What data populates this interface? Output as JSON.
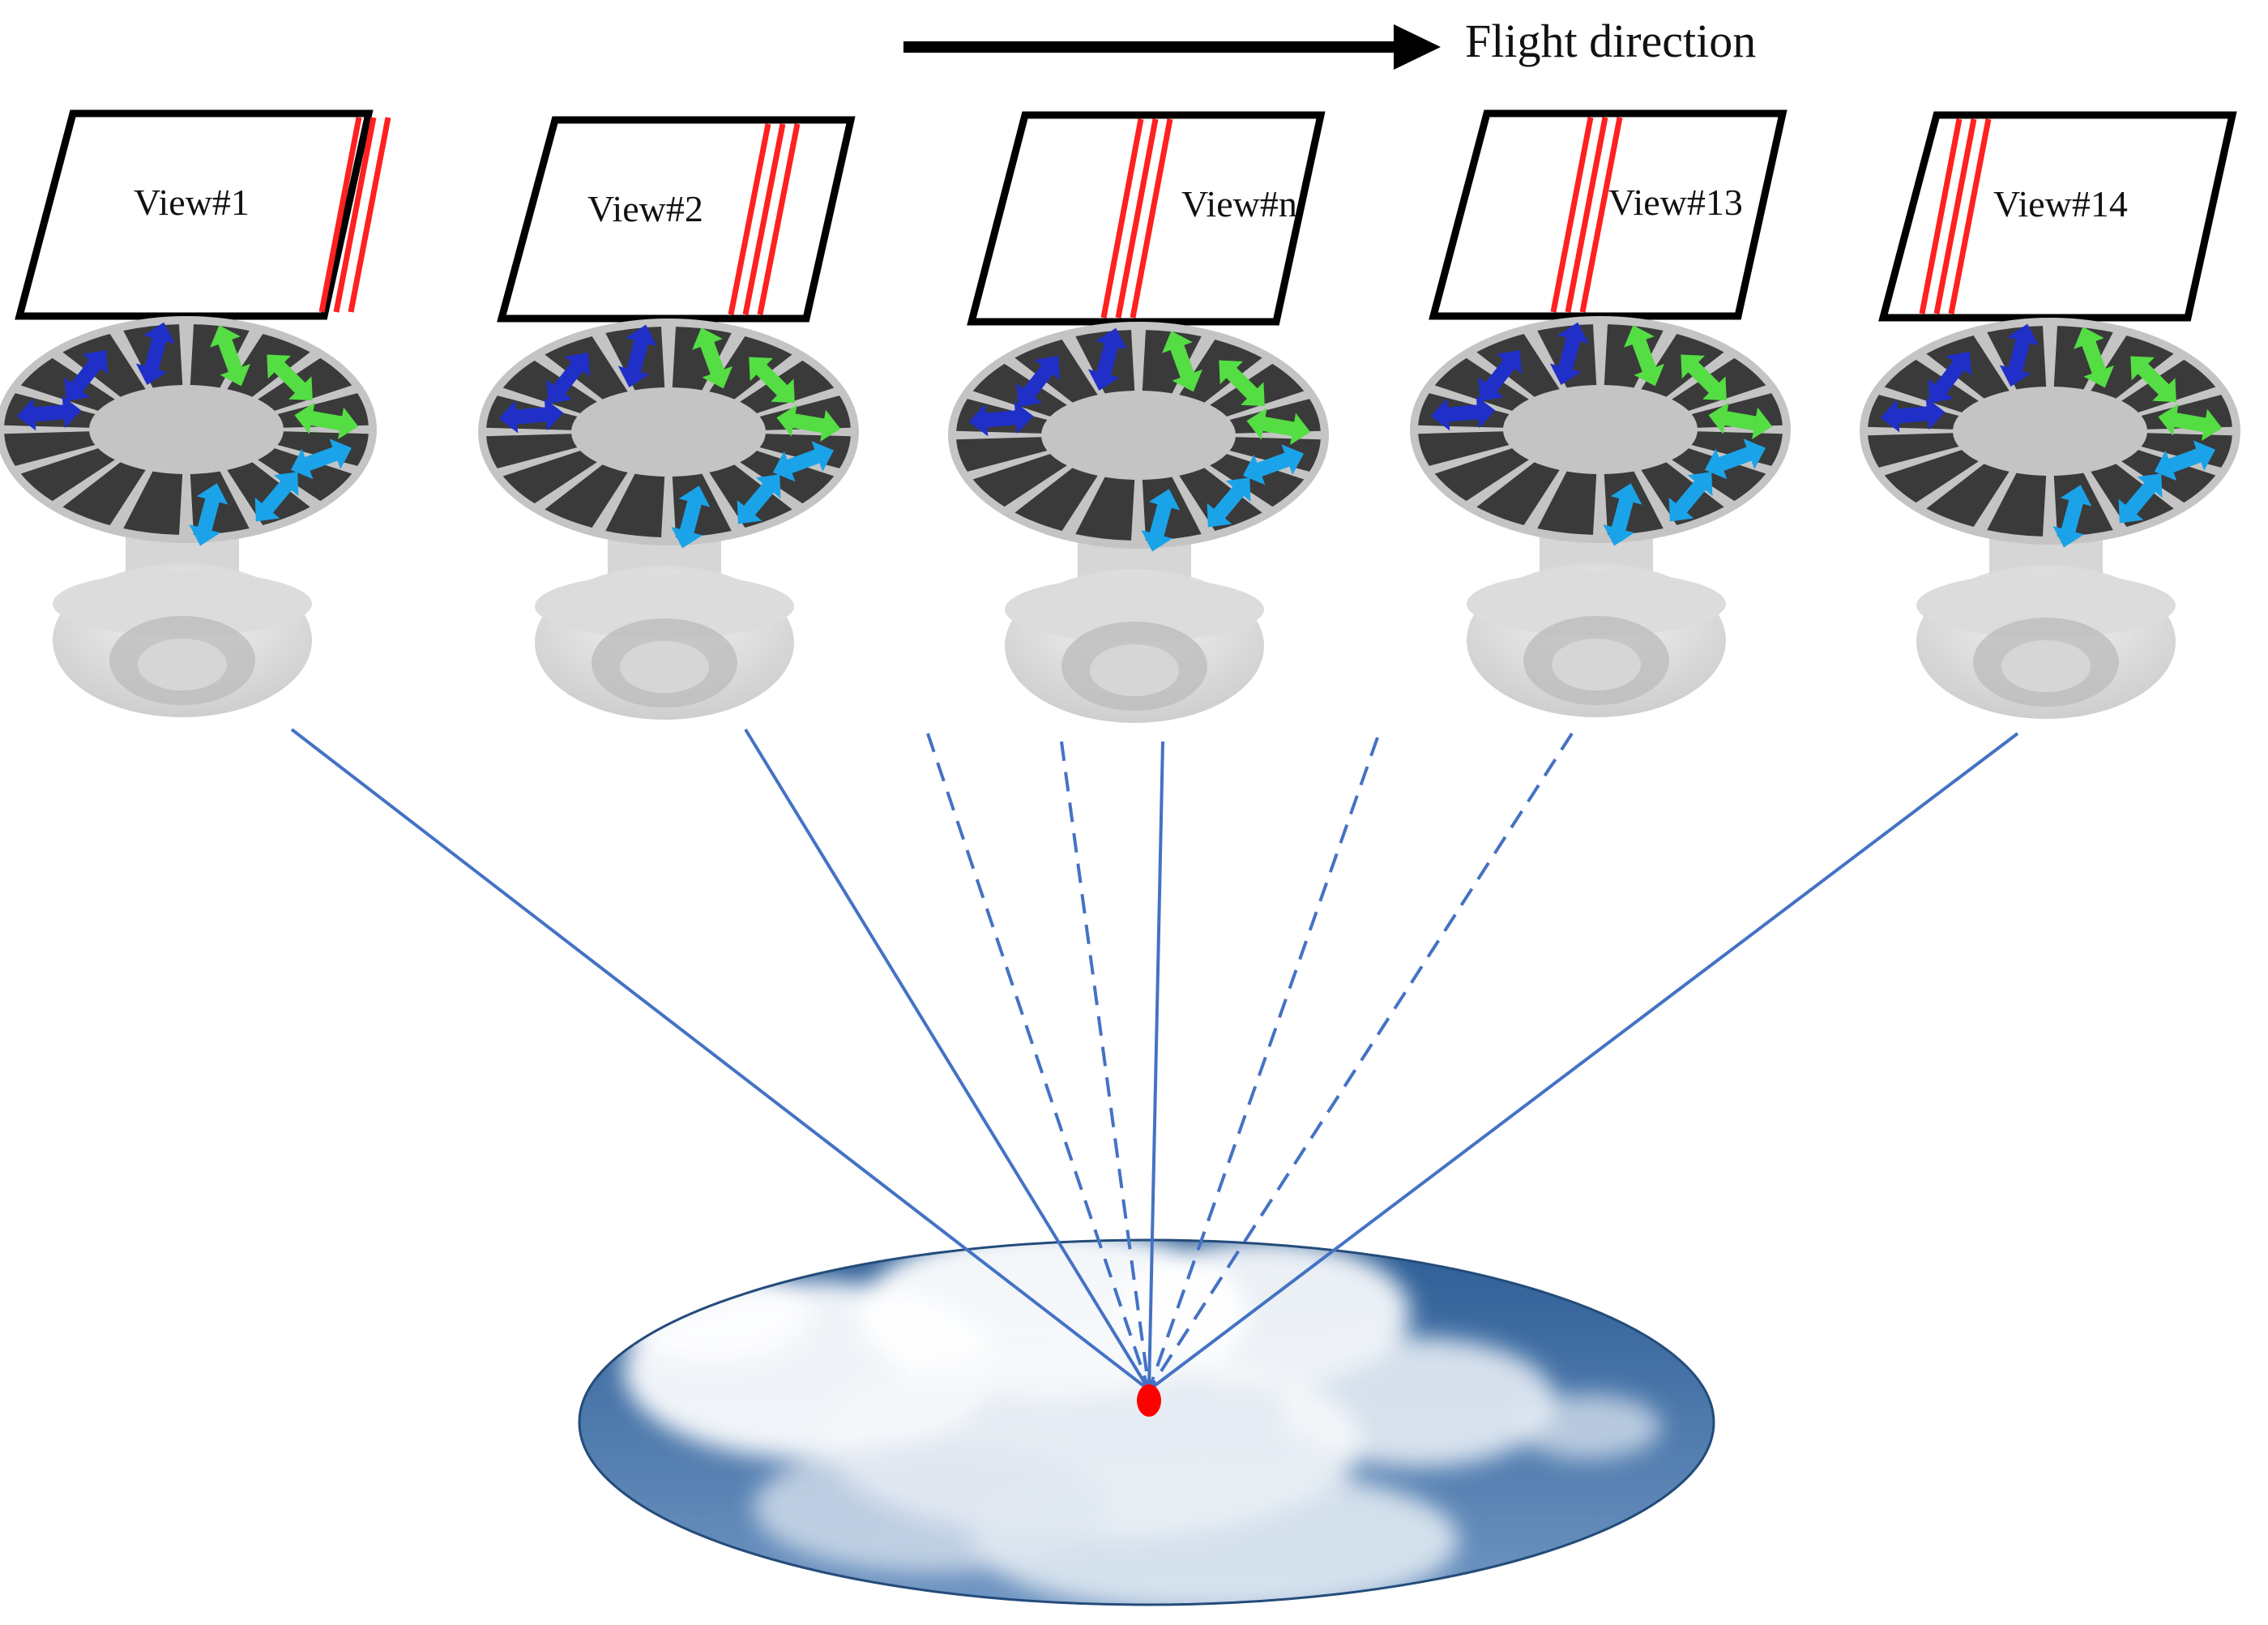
{
  "flight_direction": {
    "label": "Flight direction"
  },
  "views": [
    {
      "label": "View#1"
    },
    {
      "label": "View#2"
    },
    {
      "label": "View#n"
    },
    {
      "label": "View#13"
    },
    {
      "label": "View#14"
    }
  ],
  "wheel": {
    "segments": 16,
    "arrow_colors": {
      "dark_blue": "#1f2fc8",
      "green": "#55dd44",
      "light_blue": "#1aa3e8"
    }
  },
  "colors": {
    "ray": "#4472c4",
    "stripe": "#ff2020",
    "target_point": "#ff0000",
    "wheel_segment": "#3a3a3a",
    "wheel_rim": "#c4c4c4",
    "sky_top": "#2d5e96",
    "sky_bottom": "#6f95c2",
    "cloud": "#ffffff"
  },
  "icons": {
    "camera": "dome-camera-icon",
    "polarizer": "polarizer-wheel-icon",
    "arrow": "arrow-right-icon",
    "ground": "cloud-sky-ellipse",
    "target": "target-point-icon"
  }
}
